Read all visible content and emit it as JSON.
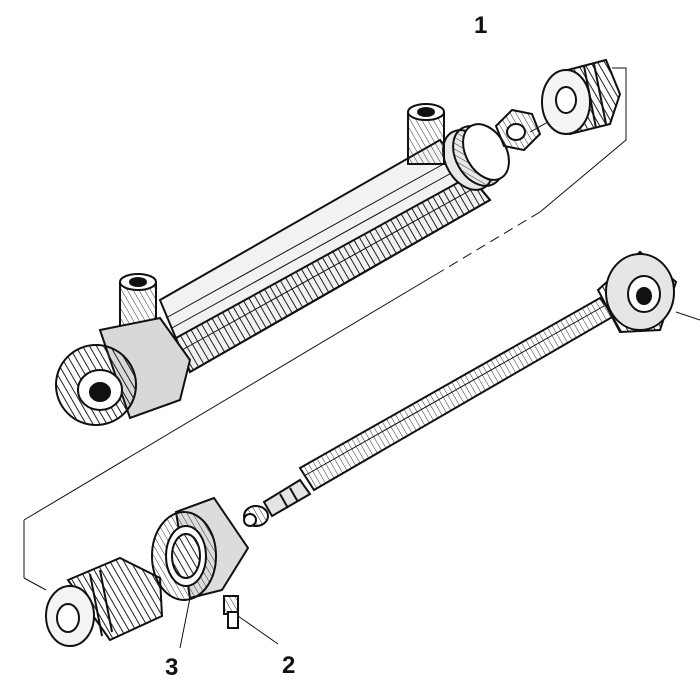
{
  "callouts": {
    "one": "1",
    "two": "2",
    "three": "3"
  },
  "colors": {
    "ink": "#111111",
    "paper": "#ffffff",
    "shade": "#555555"
  }
}
